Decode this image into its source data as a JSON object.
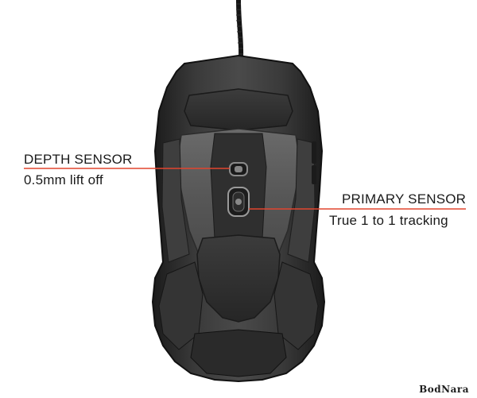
{
  "callouts": {
    "depth": {
      "title": "DEPTH SENSOR",
      "subtitle": "0.5mm lift off"
    },
    "primary": {
      "title": "PRIMARY SENSOR",
      "subtitle": "True 1 to 1 tracking"
    }
  },
  "watermark": "BodNara",
  "colors": {
    "accent_line": "#e2452f",
    "mouse_body": "#2a2a2a",
    "mouse_highlight": "#5b5b5b",
    "background": "#ffffff"
  }
}
